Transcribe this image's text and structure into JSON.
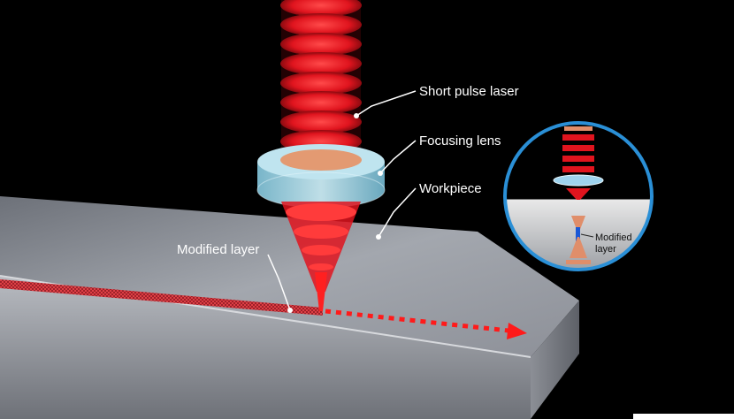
{
  "labels": {
    "laser": "Short pulse laser",
    "lens": "Focusing lens",
    "workpiece": "Workpiece",
    "modified": "Modified layer"
  },
  "inset": {
    "label_line1": "Modified",
    "label_line2": "layer"
  },
  "colors": {
    "background": "#000000",
    "laser": "#e0141e",
    "lens": "#9fd3e6",
    "workpiece": "#9a9ea6",
    "inset_ring": "#2a8fd6"
  }
}
